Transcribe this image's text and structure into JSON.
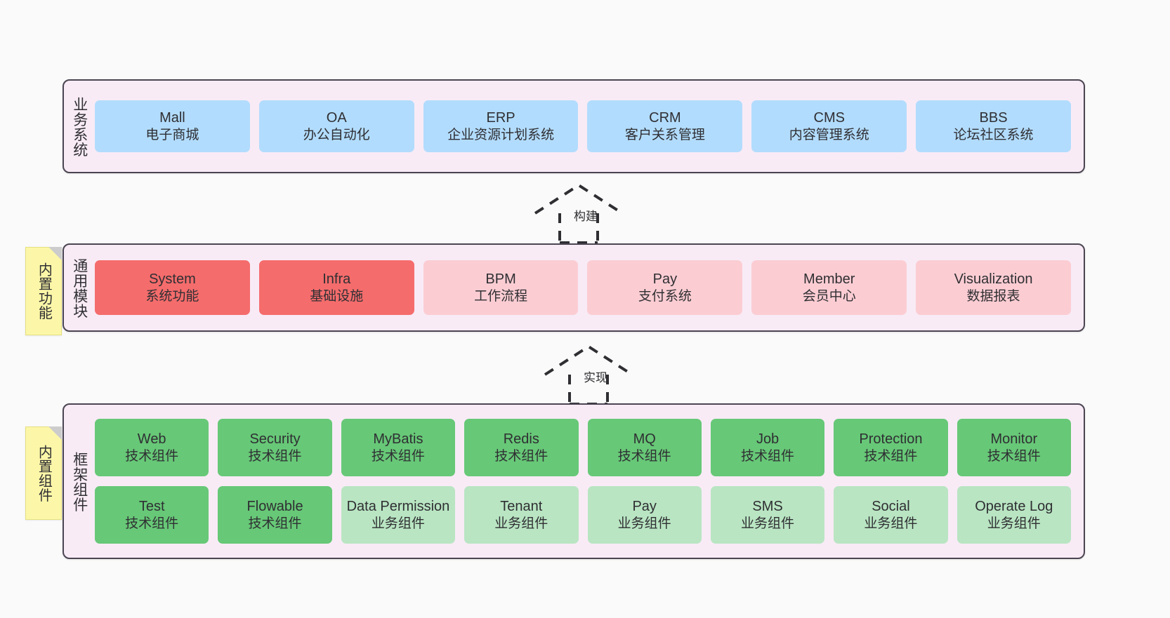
{
  "diagram": {
    "background_color": "#fafafa",
    "layer_fill": "#f8ebf6",
    "layer_border": "#4b4552"
  },
  "layers": {
    "business": {
      "title": "业务系统",
      "card_color": "#b2dcfd",
      "cards": [
        {
          "en": "Mall",
          "cn": "电子商城"
        },
        {
          "en": "OA",
          "cn": "办公自动化"
        },
        {
          "en": "ERP",
          "cn": "企业资源计划系统"
        },
        {
          "en": "CRM",
          "cn": "客户关系管理"
        },
        {
          "en": "CMS",
          "cn": "内容管理系统"
        },
        {
          "en": "BBS",
          "cn": "论坛社区系统"
        }
      ]
    },
    "common": {
      "title": "通用模块",
      "card_color_primary": "#f56c6c",
      "card_color_secondary": "#fbcdd3",
      "cards": [
        {
          "en": "System",
          "cn": "系统功能"
        },
        {
          "en": "Infra",
          "cn": "基础设施"
        },
        {
          "en": "BPM",
          "cn": "工作流程"
        },
        {
          "en": "Pay",
          "cn": "支付系统"
        },
        {
          "en": "Member",
          "cn": "会员中心"
        },
        {
          "en": "Visualization",
          "cn": "数据报表"
        }
      ]
    },
    "framework": {
      "title": "框架组件",
      "card_color_tech": "#67c877",
      "card_color_business": "#b9e5c2",
      "row_tech": [
        {
          "en": "Web",
          "cn": "技术组件"
        },
        {
          "en": "Security",
          "cn": "技术组件"
        },
        {
          "en": "MyBatis",
          "cn": "技术组件"
        },
        {
          "en": "Redis",
          "cn": "技术组件"
        },
        {
          "en": "MQ",
          "cn": "技术组件"
        },
        {
          "en": "Job",
          "cn": "技术组件"
        },
        {
          "en": "Protection",
          "cn": "技术组件"
        },
        {
          "en": "Monitor",
          "cn": "技术组件"
        }
      ],
      "row_business": [
        {
          "en": "Test",
          "cn": "技术组件"
        },
        {
          "en": "Flowable",
          "cn": "技术组件"
        },
        {
          "en": "Data Permission",
          "cn": "业务组件"
        },
        {
          "en": "Tenant",
          "cn": "业务组件"
        },
        {
          "en": "Pay",
          "cn": "业务组件"
        },
        {
          "en": "SMS",
          "cn": "业务组件"
        },
        {
          "en": "Social",
          "cn": "业务组件"
        },
        {
          "en": "Operate Log",
          "cn": "业务组件"
        }
      ]
    }
  },
  "notes": [
    {
      "text": "内置功能",
      "color": "#fcf7a8"
    },
    {
      "text": "内置组件",
      "color": "#fcf7a8"
    }
  ],
  "connectors": [
    {
      "label": "构建",
      "style": "dashed-generalization",
      "direction": "up"
    },
    {
      "label": "实现",
      "style": "dashed-generalization",
      "direction": "up"
    }
  ]
}
